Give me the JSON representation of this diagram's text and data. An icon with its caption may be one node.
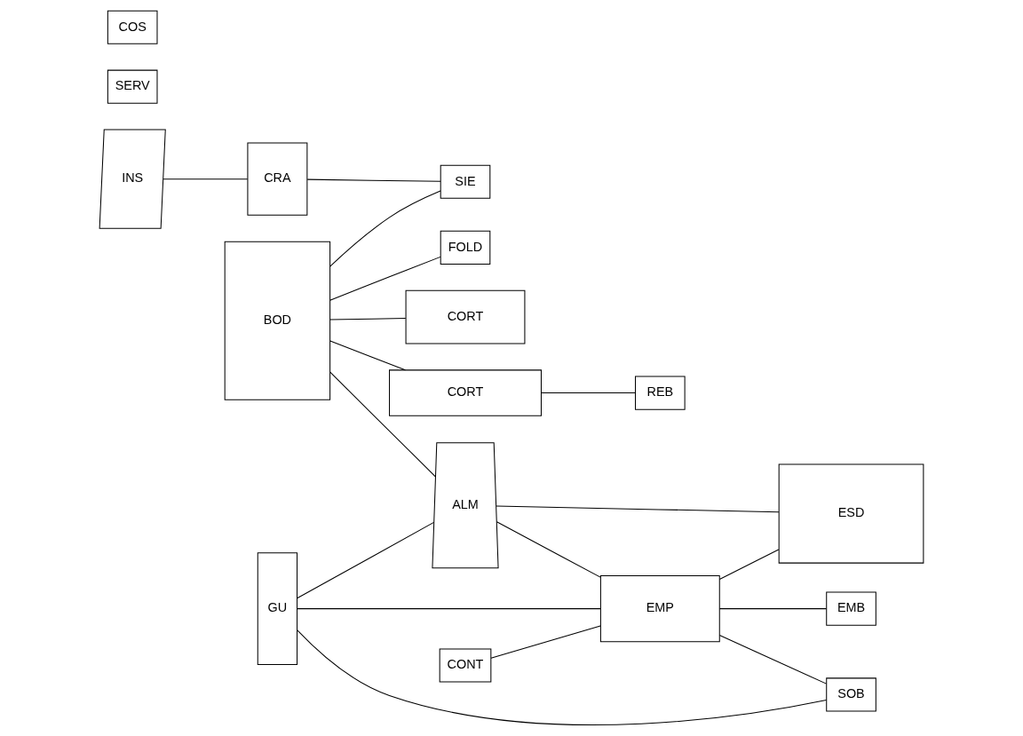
{
  "diagram": {
    "nodes": [
      {
        "text": [
          "CRA"
        ]
      },
      {
        "text": [
          "FOLD"
        ]
      },
      {
        "text": [
          "INS"
        ]
      },
      {
        "text": [
          "SERV"
        ]
      },
      {
        "text": [
          "COS"
        ]
      },
      {
        "text": [
          "BOD"
        ]
      },
      {
        "text": [
          "SIE"
        ]
      },
      {
        "text": [
          "CORT"
        ]
      },
      {
        "text": [
          "CORT"
        ]
      },
      {
        "text": [
          "REB"
        ]
      },
      {
        "text": [
          "CONT"
        ]
      },
      {
        "text": [
          "ALM"
        ]
      },
      {
        "text": [
          "EMP"
        ]
      },
      {
        "text": [
          "ESD"
        ]
      },
      {
        "text": [
          "GU"
        ]
      },
      {
        "text": [
          "SOB"
        ]
      },
      {
        "text": [
          "EMB"
        ]
      }
    ],
    "edges": [
      {
        "from": 5,
        "to": 1,
        "arrow": "none"
      },
      {
        "from": 2,
        "to": 0,
        "arrow": "none"
      },
      {
        "from": 0,
        "to": 6,
        "arrow": "none"
      },
      {
        "from": 5,
        "to": 6,
        "arrow": "none"
      },
      {
        "from": 5,
        "to": 7,
        "arrow": "none"
      },
      {
        "from": 5,
        "to": 8,
        "arrow": "none"
      },
      {
        "from": 8,
        "to": 9,
        "arrow": "none"
      },
      {
        "from": 5,
        "to": 11,
        "arrow": "none"
      },
      {
        "from": 11,
        "to": 13,
        "arrow": "none"
      },
      {
        "from": 10,
        "to": 12,
        "arrow": "none"
      },
      {
        "from": 11,
        "to": 12,
        "arrow": "none"
      },
      {
        "from": 14,
        "to": 11,
        "arrow": "none"
      },
      {
        "from": 14,
        "to": 12,
        "arrow": "none"
      },
      {
        "from": 12,
        "to": 13,
        "arrow": "none"
      },
      {
        "from": 12,
        "to": 15,
        "arrow": "none"
      },
      {
        "from": 12,
        "to": 16,
        "arrow": "none"
      },
      {
        "from": 14,
        "to": 15,
        "arrow": "none"
      }
    ]
  }
}
